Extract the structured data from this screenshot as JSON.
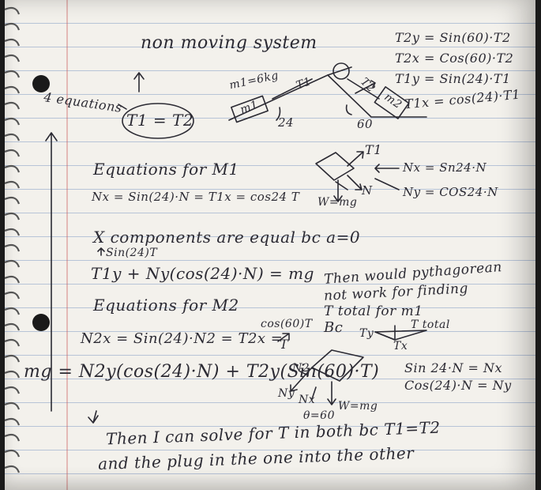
{
  "notes": {
    "title": "non moving system",
    "four_equations": "4 equations",
    "t1_eq_t2": "T1 = T2",
    "mass_label": "m1=6kg",
    "m1_box": "m1",
    "m2_box": "m2",
    "angle_24": "24",
    "angle_60": "60",
    "T1_diag": "T1",
    "T2_diag": "T2",
    "t2y": "T2y = Sin(60)·T2",
    "t2x": "T2x = Cos(60)·T2",
    "t1y": "T1y = Sin(24)·T1",
    "t1x": "T1x = cos(24)·T1",
    "eq_m1_heading": "Equations for M1",
    "nx_eq": "Nx = Sin(24)·N = T1x = cos24 T",
    "w_mg_1": "W=mg",
    "fbd_T1": "T1",
    "fbd_N": "N",
    "nx_side": "Nx = Sn24·N",
    "ny_side": "Ny = COS24·N",
    "x_components": "X components are equal bc a=0",
    "sin24t": "Sin(24)T",
    "t1y_eq": "T1y + Ny(cos(24)·N) = mg",
    "then_would": "Then would pythagorean",
    "not_work": "not work for finding",
    "t_total": "T total for m1",
    "eq_m2_heading": "Equations for M2",
    "cos60t": "cos(60)T",
    "bc": "Bc",
    "t_total_small": "T total",
    "ty": "Ty",
    "tx": "Tx",
    "n2x_eq": "N2x = Sin(24)·N2 = T2x =",
    "T_small": "T",
    "mg_eq": "mg = N2y(cos(24)·N) + T2y(Sin(60)·T)",
    "n2_small": "N2",
    "ny_small": "Ny",
    "nx_small": "Nx",
    "w_mg_2": "W=mg",
    "theta": "θ=60",
    "sin24_nx": "Sin 24·N = Nx",
    "cos24_ny": "Cos(24)·N = Ny",
    "then_solve": "Then I can solve for T in both bc T1=T2",
    "and_plug": "and the plug in the one into the other"
  }
}
